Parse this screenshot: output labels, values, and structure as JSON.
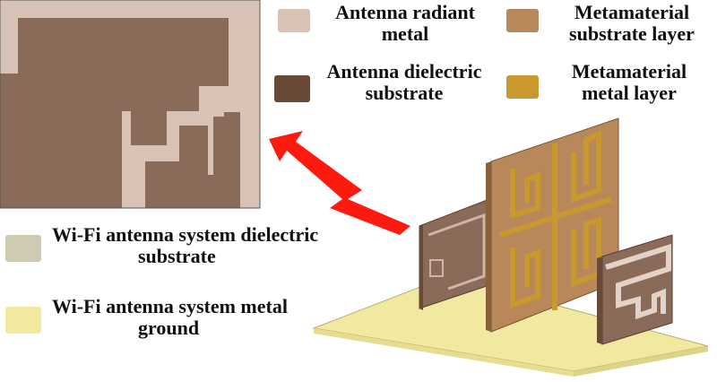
{
  "legend": {
    "items": [
      {
        "line1": "Antenna radiant",
        "line2": "metal",
        "color": "#d8c2b6"
      },
      {
        "line1": "Metamaterial",
        "line2": "substrate layer",
        "color": "#b8875a"
      },
      {
        "line1": "Antenna dielectric",
        "line2": "substrate",
        "color": "#6a4a36"
      },
      {
        "line1": "Metamaterial",
        "line2": "metal layer",
        "color": "#c9992f"
      },
      {
        "line1": "Wi-Fi antenna system dielectric",
        "line2": "substrate",
        "color": "#cfcbb2"
      },
      {
        "line1": "Wi-Fi antenna system metal",
        "line2": "ground",
        "color": "#f2e9a0"
      }
    ]
  },
  "colors": {
    "radiant_metal": "#d8c2b6",
    "dielectric": "#8a6a58",
    "dielectric_dark": "#6a4a36",
    "meta_substrate": "#b8875a",
    "meta_metal": "#c9992f",
    "ground": "#f2e9a0",
    "arrow": "#ff1a10"
  }
}
